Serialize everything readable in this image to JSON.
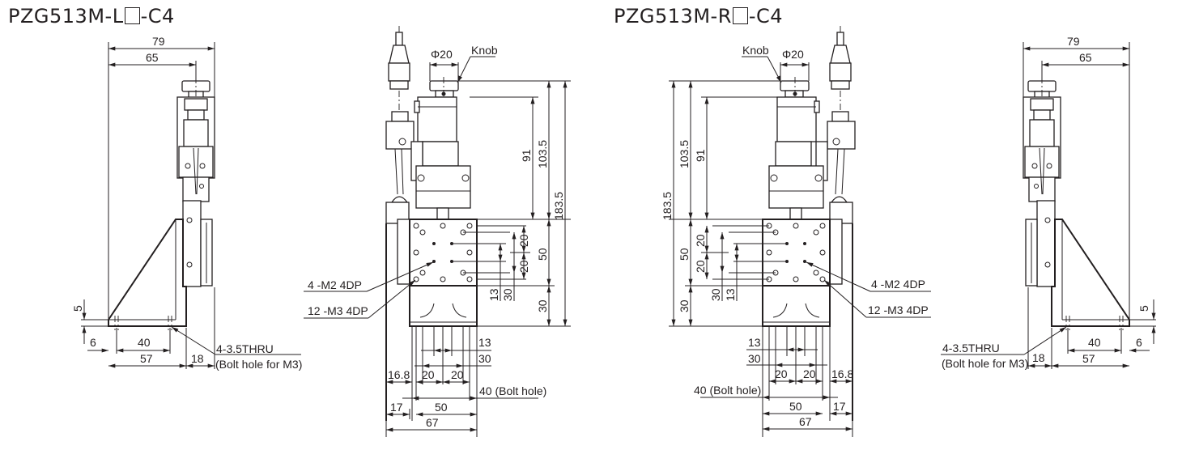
{
  "titles": {
    "left": {
      "prefix": "PZG513M-L",
      "suffix": "-C4"
    },
    "right": {
      "prefix": "PZG513M-R",
      "suffix": "-C4"
    }
  },
  "left_side_view": {
    "dims": {
      "overall_width": "79",
      "knob_offset": "65",
      "base_thickness": "5",
      "edge_to_hole": "6",
      "hole_pitch": "40",
      "base_length": "57",
      "stage_offset": "18"
    },
    "callout": {
      "line1": "4-3.5THRU",
      "line2": "(Bolt hole for M3)"
    }
  },
  "left_front_view": {
    "knob_dia": "Φ20",
    "knob_label": "Knob",
    "vertical_dims": {
      "d91": "91",
      "d103_5": "103.5",
      "d183_5": "183.5",
      "d20a": "20",
      "d20b": "20",
      "d50": "50",
      "d13": "13",
      "d30a": "30",
      "d30b": "30"
    },
    "bottom_dims": {
      "d13": "13",
      "d30": "30",
      "d16_8": "16.8",
      "d20a": "20",
      "d20b": "20",
      "d40": "40 (Bolt hole)",
      "d17": "17",
      "d50": "50",
      "d67": "67"
    },
    "callouts": {
      "m2": "4 -M2 4DP",
      "m3": "12 -M3 4DP"
    }
  },
  "right_front_view": {
    "knob_dia": "Φ20",
    "knob_label": "Knob",
    "vertical_dims": {
      "d91": "91",
      "d103_5": "103.5",
      "d183_5": "183.5",
      "d20a": "20",
      "d20b": "20",
      "d50": "50",
      "d13": "13",
      "d30a": "30",
      "d30b": "30"
    },
    "bottom_dims": {
      "d13": "13",
      "d30": "30",
      "d16_8": "16.8",
      "d20a": "20",
      "d20b": "20",
      "d40": "40 (Bolt hole)",
      "d17": "17",
      "d50": "50",
      "d67": "67"
    },
    "callouts": {
      "m2": "4 -M2 4DP",
      "m3": "12 -M3 4DP"
    }
  },
  "right_side_view": {
    "dims": {
      "overall_width": "79",
      "knob_offset": "65",
      "base_thickness": "5",
      "edge_to_hole": "6",
      "hole_pitch": "40",
      "base_length": "57",
      "stage_offset": "18"
    },
    "callout": {
      "line1": "4-3.5THRU",
      "line2": "(Bolt hole for M3)"
    }
  },
  "colors": {
    "ink": "#231f20",
    "background": "#ffffff"
  }
}
